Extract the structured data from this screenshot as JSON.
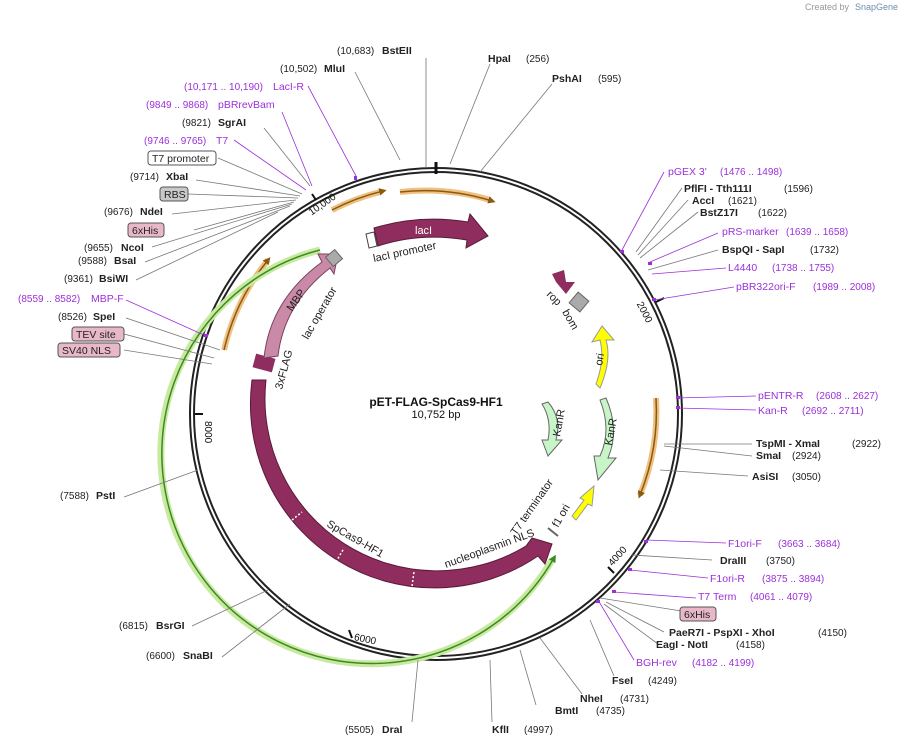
{
  "branding": {
    "created_by": "Created by",
    "app_name": "SnapGene"
  },
  "plasmid": {
    "name": "pET-FLAG-SpCas9-HF1",
    "length": "10,752 bp"
  },
  "ticks": [
    {
      "label": "2000",
      "bp": 2000
    },
    {
      "label": "4000",
      "bp": 4000
    },
    {
      "label": "6000",
      "bp": 6000
    },
    {
      "label": "8000",
      "bp": 8000
    },
    {
      "label": "10,000",
      "bp": 10000
    }
  ],
  "enzymes": [
    {
      "name": "BstEII",
      "pos": "(10,683)"
    },
    {
      "name": "MluI",
      "pos": "(10,502)"
    },
    {
      "name": "SgrAI",
      "pos": "(9821)"
    },
    {
      "name": "XbaI",
      "pos": "(9714)"
    },
    {
      "name": "NdeI",
      "pos": "(9676)"
    },
    {
      "name": "NcoI",
      "pos": "(9655)"
    },
    {
      "name": "BsaI",
      "pos": "(9588)"
    },
    {
      "name": "BsiWI",
      "pos": "(9361)"
    },
    {
      "name": "SpeI",
      "pos": "(8526)"
    },
    {
      "name": "PstI",
      "pos": "(7588)"
    },
    {
      "name": "BsrGI",
      "pos": "(6815)"
    },
    {
      "name": "SnaBI",
      "pos": "(6600)"
    },
    {
      "name": "DraI",
      "pos": "(5505)"
    },
    {
      "name": "KflI",
      "pos": "(4997)"
    },
    {
      "name": "BmtI",
      "pos": "(4735)"
    },
    {
      "name": "NheI",
      "pos": "(4731)"
    },
    {
      "name": "FseI",
      "pos": "(4249)"
    },
    {
      "name": "EagI - NotI",
      "pos": "(4158)"
    },
    {
      "name": "PaeR7I - PspXI - XhoI",
      "pos": "(4150)"
    },
    {
      "name": "DraIII",
      "pos": "(3750)"
    },
    {
      "name": "AsiSI",
      "pos": "(3050)"
    },
    {
      "name": "SmaI",
      "pos": "(2924)"
    },
    {
      "name": "TspMI - XmaI",
      "pos": "(2922)"
    },
    {
      "name": "BspQI - SapI",
      "pos": "(1732)"
    },
    {
      "name": "BstZ17I",
      "pos": "(1622)"
    },
    {
      "name": "AccI",
      "pos": "(1621)"
    },
    {
      "name": "PflFI - Tth111I",
      "pos": "(1596)"
    },
    {
      "name": "HpaI",
      "pos": "(256)"
    },
    {
      "name": "PshAI",
      "pos": "(595)"
    }
  ],
  "primers": [
    {
      "name": "LacI-R",
      "pos": "(10,171 .. 10,190)"
    },
    {
      "name": "pBRrevBam",
      "pos": "(9849 .. 9868)"
    },
    {
      "name": "T7",
      "pos": "(9746 .. 9765)"
    },
    {
      "name": "MBP-F",
      "pos": "(8559 .. 8582)"
    },
    {
      "name": "pGEX 3'",
      "pos": "(1476 .. 1498)"
    },
    {
      "name": "pRS-marker",
      "pos": "(1639 .. 1658)"
    },
    {
      "name": "L4440",
      "pos": "(1738 .. 1755)"
    },
    {
      "name": "pBR322ori-F",
      "pos": "(1989 .. 2008)"
    },
    {
      "name": "pENTR-R",
      "pos": "(2608 .. 2627)"
    },
    {
      "name": "Kan-R",
      "pos": "(2692 .. 2711)"
    },
    {
      "name": "F1ori-F",
      "pos": "(3663 .. 3684)"
    },
    {
      "name": "F1ori-R",
      "pos": "(3875 .. 3894)"
    },
    {
      "name": "T7 Term",
      "pos": "(4061 .. 4079)"
    },
    {
      "name": "BGH-rev",
      "pos": "(4182 .. 4199)"
    }
  ],
  "boxed_features": [
    {
      "name": "T7 promoter"
    },
    {
      "name": "RBS"
    },
    {
      "name": "6xHis"
    },
    {
      "name": "TEV site"
    },
    {
      "name": "SV40 NLS"
    },
    {
      "name": "6xHis"
    }
  ],
  "features": {
    "lacI": "lacI",
    "lacI_promoter": "lacI promoter",
    "rop": "rop",
    "bom": "bom",
    "ori": "ori",
    "kanr_outer": "KanR",
    "kanr_inner": "KanR",
    "f1_ori": "f1 ori",
    "t7_terminator": "T7 terminator",
    "nucleoplasmin_nls": "nucleoplasmin NLS",
    "spcas9": "SpCas9-HF1",
    "flag": "3xFLAG",
    "mbp": "MBP",
    "lac_operator": "lac operator"
  },
  "colors": {
    "cds": "#8e2d5e",
    "mbp": "#c98aa8",
    "ori": "#ffff00",
    "kanr": "#c8f5c8",
    "primer": "#9b30d9",
    "orf": "#f0a030",
    "green_orf": "#7ac943",
    "rop": "#8e2d5e",
    "bom": "#aaaaaa"
  }
}
